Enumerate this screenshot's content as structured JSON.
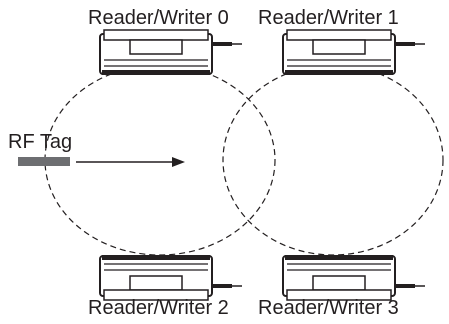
{
  "diagram": {
    "readers": [
      {
        "label": "Reader/Writer 0"
      },
      {
        "label": "Reader/Writer 1"
      },
      {
        "label": "Reader/Writer 2"
      },
      {
        "label": "Reader/Writer 3"
      }
    ],
    "tag_label": "RF Tag",
    "colors": {
      "line": "#231f20",
      "tag": "#6d6e71",
      "device_body": "#ffffff"
    }
  }
}
